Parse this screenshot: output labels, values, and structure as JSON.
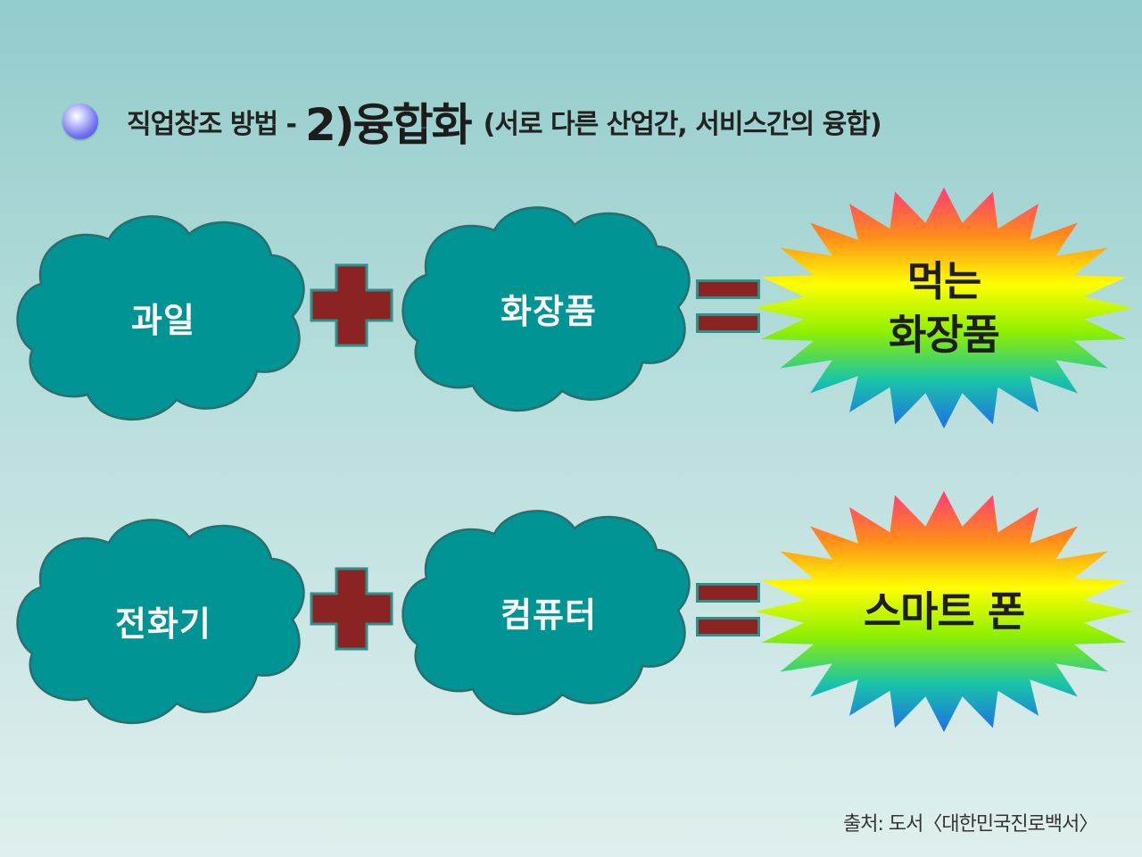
{
  "title": {
    "prefix": "직업창조 방법 - ",
    "emphasis": "2)융합화",
    "subtitle": "(서로 다른 산업간, 서비스간의 융합)"
  },
  "rows": [
    {
      "left": "과일",
      "right": "화장품",
      "result_line1": "먹는",
      "result_line2": "화장품"
    },
    {
      "left": "전화기",
      "right": "컴퓨터",
      "result_line1": "스마트 폰",
      "result_line2": ""
    }
  ],
  "source": "출처: 도서〈대한민국진로백서〉",
  "colors": {
    "cloud_fill": "#009494",
    "cloud_stroke": "#2a6f6d",
    "plus_fill": "#8b2323",
    "star_gradient": [
      "#ff3b7a",
      "#ff8a1a",
      "#ffff00",
      "#8ef000",
      "#19c4a8",
      "#1e6fe6"
    ]
  },
  "icons": [
    "bullet-sphere-icon",
    "cloud-shape",
    "plus-icon",
    "equals-icon",
    "starburst-shape"
  ]
}
